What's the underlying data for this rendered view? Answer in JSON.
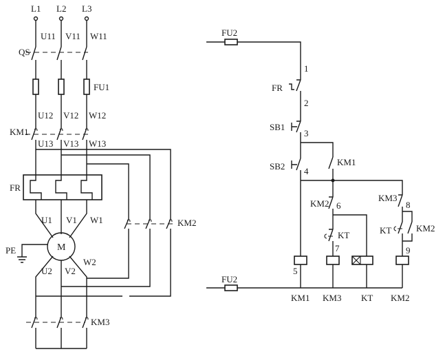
{
  "power_circuit": {
    "supply": [
      "L1",
      "L2",
      "L3"
    ],
    "line_terminals": [
      "U11",
      "V11",
      "W11"
    ],
    "main_switch": "QS",
    "fuse": "FU1",
    "after_fuse": [
      "U12",
      "V12",
      "W12"
    ],
    "contactor_1": "KM1",
    "after_km1": [
      "U13",
      "V13",
      "W13"
    ],
    "overload_relay": "FR",
    "motor_terminals_1": [
      "U1",
      "V1",
      "W1"
    ],
    "motor": "M",
    "ground": "PE",
    "motor_terminals_2": [
      "U2",
      "V2",
      "W2"
    ],
    "contactor_2": "KM2",
    "contactor_3": "KM3"
  },
  "control_circuit": {
    "fuse_top": "FU2",
    "fuse_bottom": "FU2",
    "node_labels": [
      "1",
      "2",
      "3",
      "4",
      "5",
      "6",
      "7",
      "8",
      "9"
    ],
    "overload_contact": "FR",
    "stop_button": "SB1",
    "start_button": "SB2",
    "km1_hold_contact": "KM1",
    "km2_interlock": "KM2",
    "kt_contact": "KT",
    "km3_interlock": "KM3",
    "kt_contact_2": "KT",
    "km2_hold_contact": "KM2",
    "coil_labels": [
      "KM1",
      "KM3",
      "KT",
      "KM2"
    ]
  }
}
